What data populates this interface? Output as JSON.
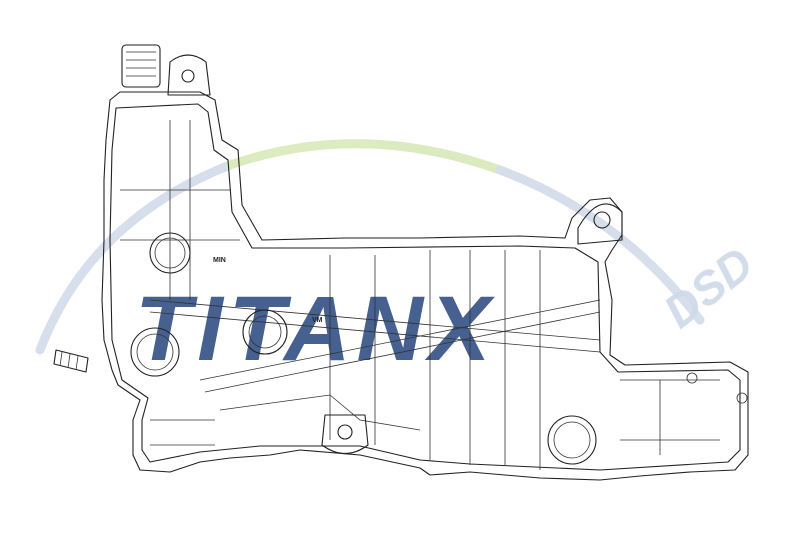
{
  "watermark": {
    "brand": "TITANX",
    "suffix": "DSD",
    "colors": {
      "blue": "#1f3f7a",
      "green": "#9cc35a",
      "arc_blue": "#cfd9e8",
      "arc_green": "#d7e8b5"
    }
  },
  "drawing": {
    "labels": {
      "label_left": "MIN",
      "label_right": "VM"
    },
    "subject": "coolant-expansion-tank-line-drawing"
  }
}
